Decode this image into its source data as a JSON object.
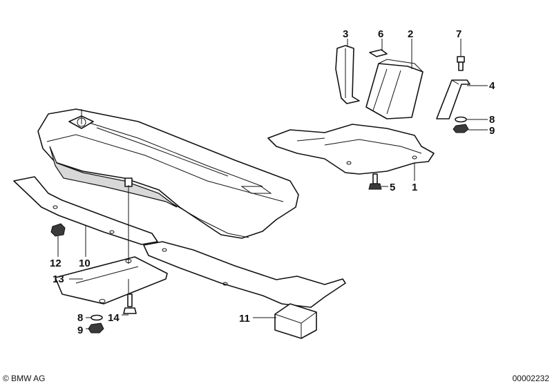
{
  "callouts": [
    {
      "id": "c1",
      "text": "1"
    },
    {
      "id": "c2",
      "text": "2"
    },
    {
      "id": "c3",
      "text": "3"
    },
    {
      "id": "c4",
      "text": "4"
    },
    {
      "id": "c5",
      "text": "5"
    },
    {
      "id": "c6",
      "text": "6"
    },
    {
      "id": "c7",
      "text": "7"
    },
    {
      "id": "c8a",
      "text": "8"
    },
    {
      "id": "c9a",
      "text": "9"
    },
    {
      "id": "c10",
      "text": "10"
    },
    {
      "id": "c11",
      "text": "11"
    },
    {
      "id": "c12",
      "text": "12"
    },
    {
      "id": "c13",
      "text": "13"
    },
    {
      "id": "c14",
      "text": "14"
    },
    {
      "id": "c8b",
      "text": "8"
    },
    {
      "id": "c9b",
      "text": "9"
    }
  ],
  "footer": {
    "copyright": "© BMW AG",
    "document_number": "00002232"
  }
}
